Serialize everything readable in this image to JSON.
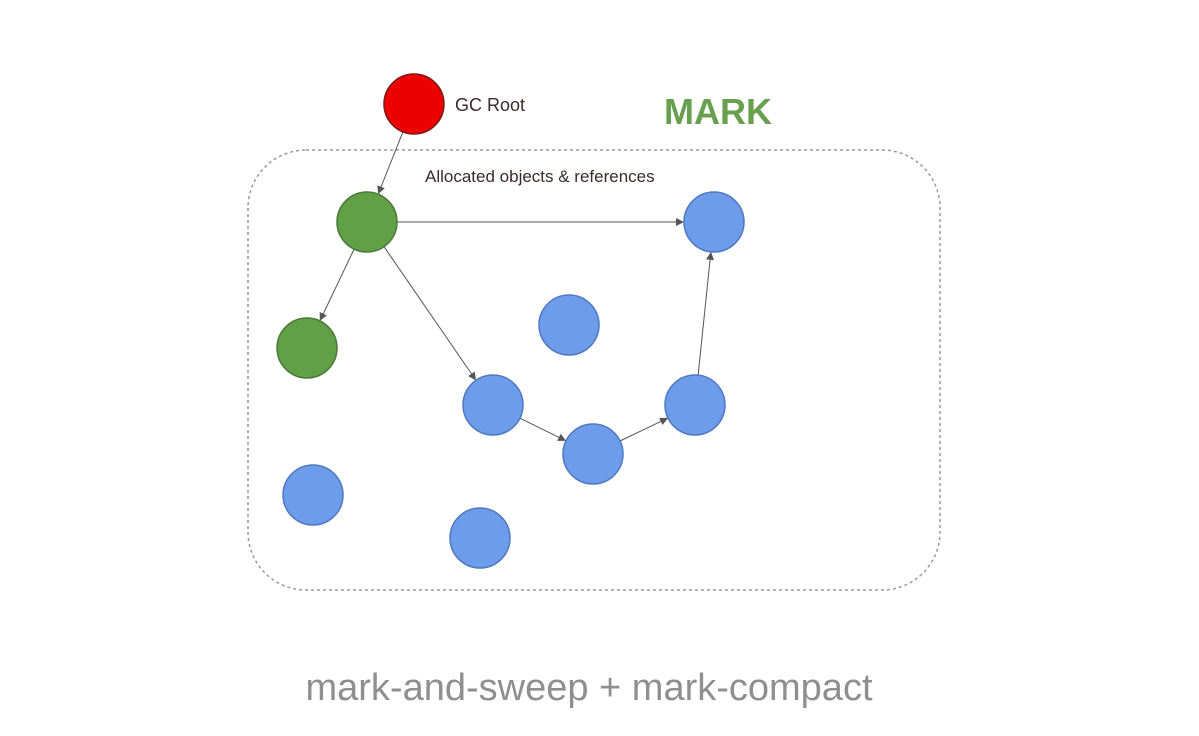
{
  "labels": {
    "gc_root": "GC Root",
    "heap_region": "Allocated objects & references",
    "phase": "MARK",
    "caption": "mark-and-sweep + mark-compact"
  },
  "colors": {
    "root": "#ee0000",
    "root_stroke": "#7a1a1a",
    "marked": "#61a046",
    "marked_stroke": "#4a7a38",
    "unmarked": "#6d9ceb",
    "unmarked_stroke": "#4f79c0",
    "phase_text": "#68a04f",
    "caption_text": "#8f8f8f",
    "label_text": "#3b2b2b",
    "edge": "#555555",
    "region_border": "#999999"
  },
  "nodes": [
    {
      "id": "root",
      "kind": "root"
    },
    {
      "id": "a",
      "kind": "marked"
    },
    {
      "id": "b",
      "kind": "marked"
    },
    {
      "id": "c",
      "kind": "unmarked"
    },
    {
      "id": "d",
      "kind": "unmarked"
    },
    {
      "id": "e",
      "kind": "unmarked"
    },
    {
      "id": "f",
      "kind": "unmarked"
    },
    {
      "id": "g",
      "kind": "unmarked"
    },
    {
      "id": "h",
      "kind": "unmarked"
    },
    {
      "id": "i",
      "kind": "unmarked"
    }
  ],
  "edges": [
    {
      "from": "root",
      "to": "a"
    },
    {
      "from": "a",
      "to": "b"
    },
    {
      "from": "a",
      "to": "c"
    },
    {
      "from": "a",
      "to": "e"
    },
    {
      "from": "e",
      "to": "f"
    },
    {
      "from": "f",
      "to": "g"
    },
    {
      "from": "g",
      "to": "c"
    }
  ]
}
